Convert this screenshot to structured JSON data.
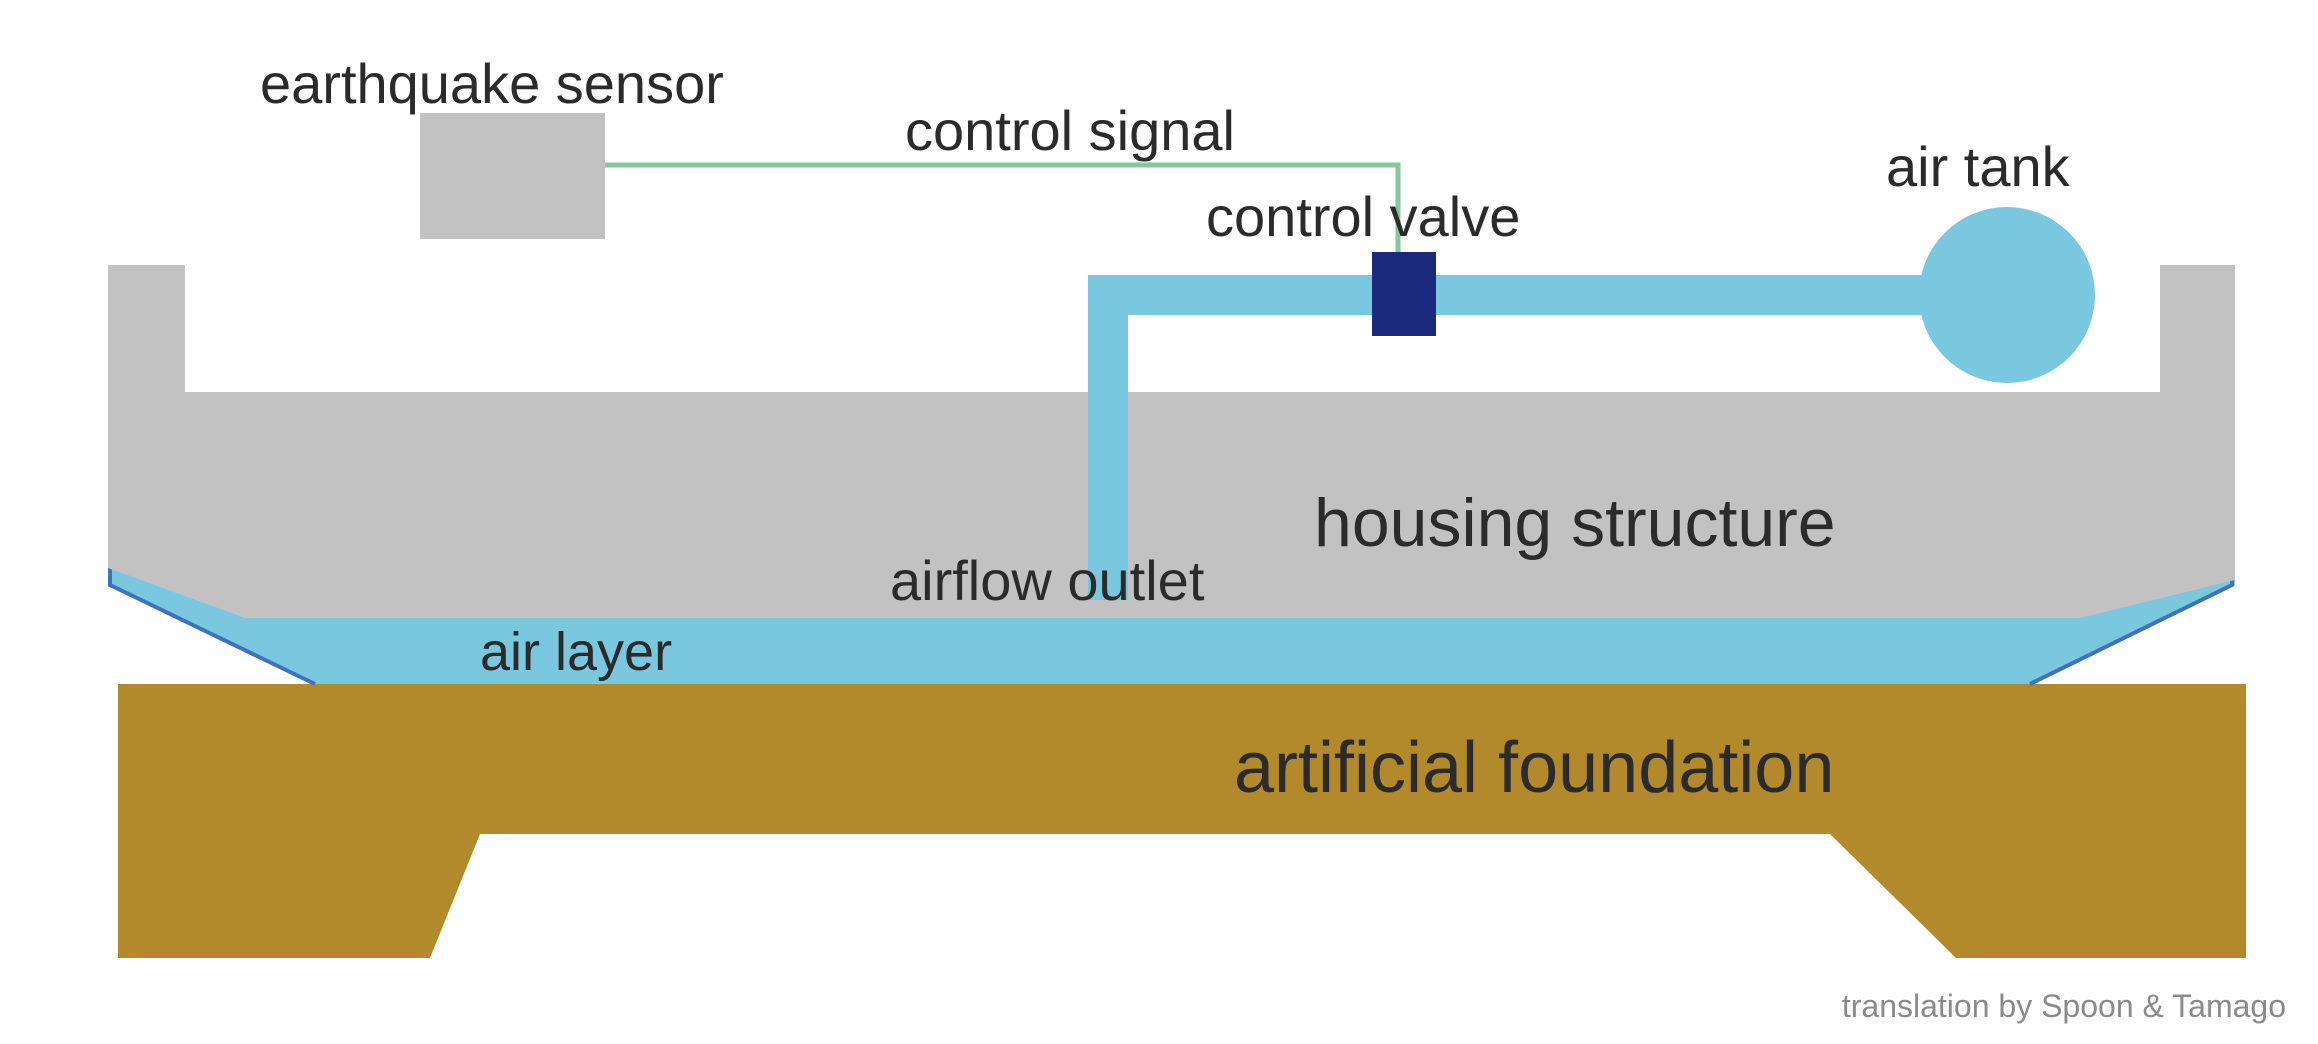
{
  "labels": {
    "earthquake_sensor": "earthquake sensor",
    "control_signal": "control signal",
    "control_valve": "control valve",
    "air_tank": "air tank",
    "housing_structure": "housing structure",
    "airflow_outlet": "airflow outlet",
    "air_layer": "air layer",
    "artificial_foundation": "artificial foundation",
    "credit": "translation by Spoon & Tamago"
  },
  "colors": {
    "housing": "#c2c2c2",
    "sensor": "#c2c2c2",
    "air": "#79c8e0",
    "air_edge": "#3f73b8",
    "foundation": "#b28a2c",
    "valve": "#1c2a7e",
    "signal_wire": "#86c6a0",
    "text": "#2b2b2b",
    "credit_text": "#8a8a8a"
  }
}
